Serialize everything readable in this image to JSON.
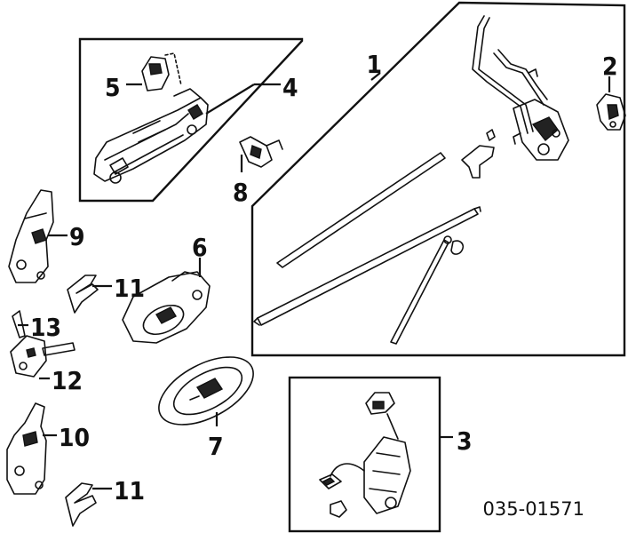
{
  "diagram": {
    "callouts": [
      {
        "id": "1",
        "text": "1"
      },
      {
        "id": "2",
        "text": "2"
      },
      {
        "id": "3",
        "text": "3"
      },
      {
        "id": "4",
        "text": "4"
      },
      {
        "id": "5",
        "text": "5"
      },
      {
        "id": "6",
        "text": "6"
      },
      {
        "id": "7",
        "text": "7"
      },
      {
        "id": "8",
        "text": "8"
      },
      {
        "id": "9",
        "text": "9"
      },
      {
        "id": "10",
        "text": "10"
      },
      {
        "id": "11a",
        "text": "11"
      },
      {
        "id": "11b",
        "text": "11"
      },
      {
        "id": "12",
        "text": "12"
      },
      {
        "id": "13",
        "text": "13"
      }
    ],
    "catalog_number": "035-01571",
    "colors": {
      "ink": "#111111",
      "background": "#ffffff"
    }
  }
}
